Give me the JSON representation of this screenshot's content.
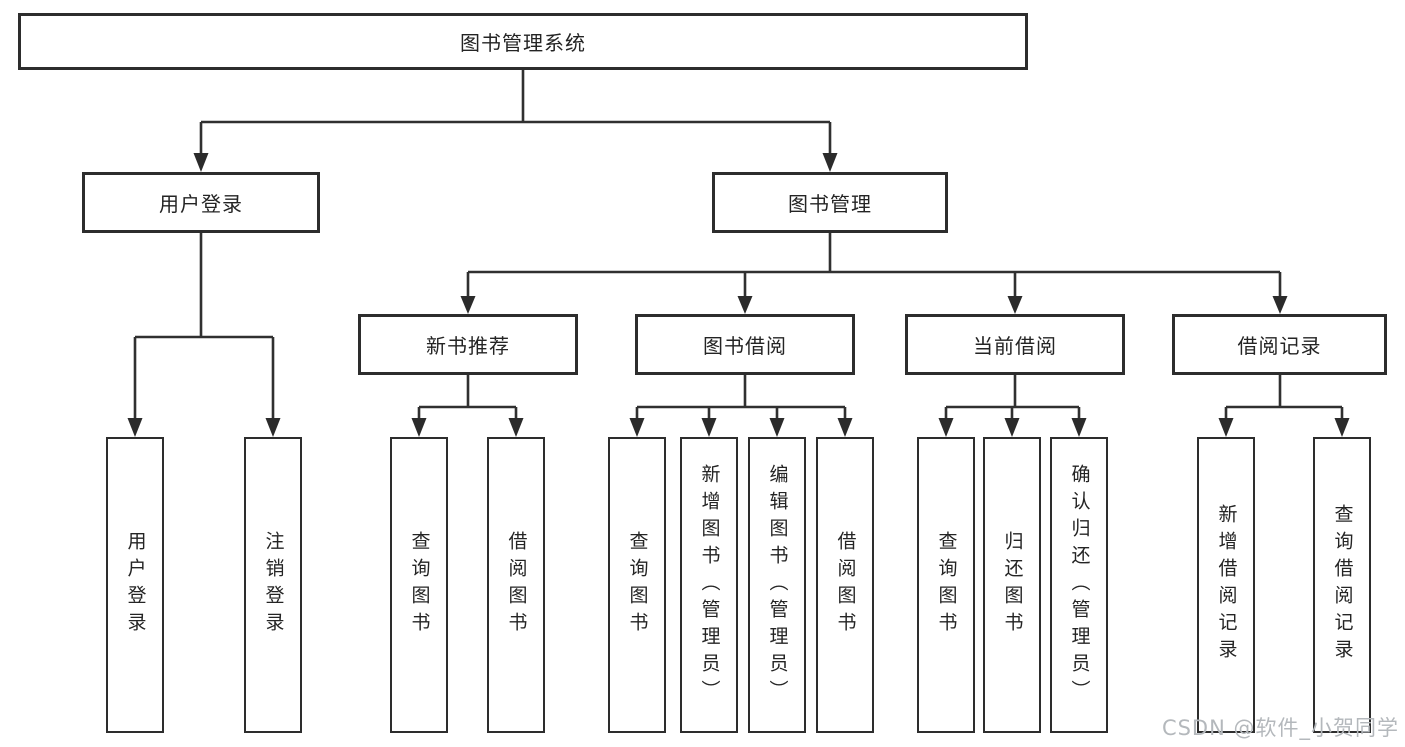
{
  "tree": {
    "root": {
      "label": "图书管理系统",
      "children": [
        {
          "label": "用户登录",
          "children": [
            {
              "label": "用户登录"
            },
            {
              "label": "注销登录"
            }
          ]
        },
        {
          "label": "图书管理",
          "children": [
            {
              "label": "新书推荐",
              "children": [
                {
                  "label": "查询图书"
                },
                {
                  "label": "借阅图书"
                }
              ]
            },
            {
              "label": "图书借阅",
              "children": [
                {
                  "label": "查询图书"
                },
                {
                  "label": "新增图书（管理员）"
                },
                {
                  "label": "编辑图书（管理员）"
                },
                {
                  "label": "借阅图书"
                }
              ]
            },
            {
              "label": "当前借阅",
              "children": [
                {
                  "label": "查询图书"
                },
                {
                  "label": "归还图书"
                },
                {
                  "label": "确认归还（管理员）"
                }
              ]
            },
            {
              "label": "借阅记录",
              "children": [
                {
                  "label": "新增借阅记录"
                },
                {
                  "label": "查询借阅记录"
                }
              ]
            }
          ]
        }
      ]
    }
  },
  "watermark": "CSDN @软件_小贺同学",
  "colors": {
    "line": "#303030",
    "box_border": "#2d2d2d",
    "text": "#242424",
    "watermark": "#b4b8bc",
    "background": "#ffffff"
  }
}
